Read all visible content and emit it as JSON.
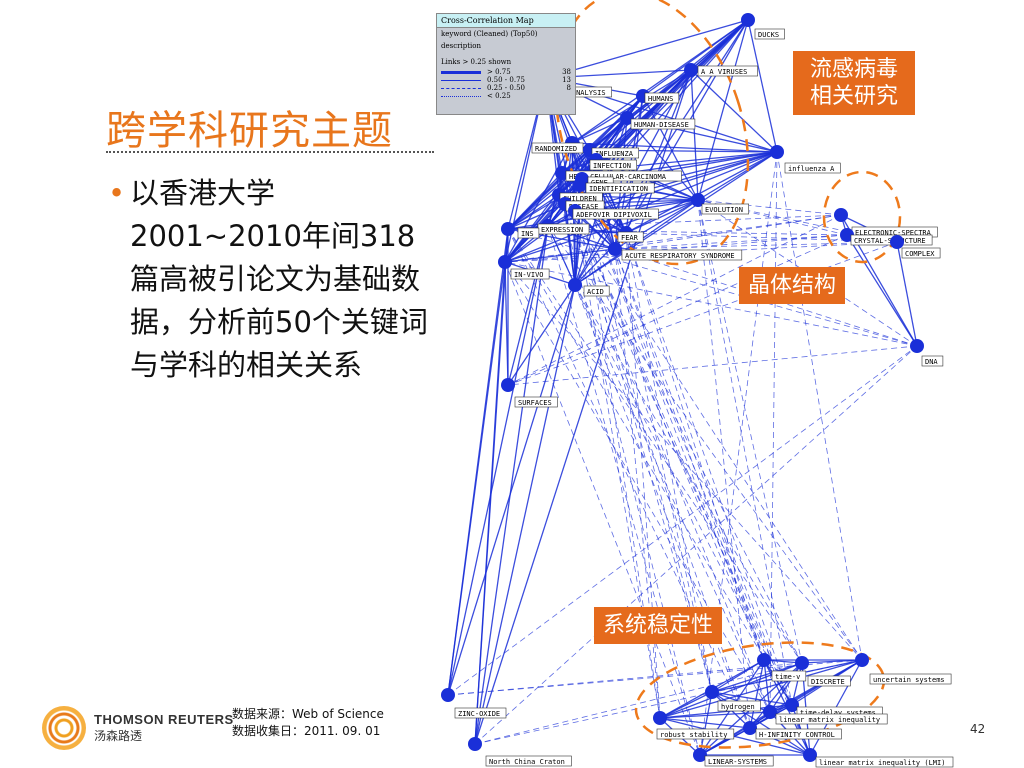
{
  "slide": {
    "title": "跨学科研究主题",
    "bullet": "以香港大学2001~2010年间318篇高被引论文为基础数据，分析前50个关键词与学科的相关关系",
    "page_number": "42"
  },
  "legend": {
    "title": "Cross-Correlation Map",
    "subtitle1": "keyword (Cleaned) (Top50)",
    "subtitle2": "description",
    "links_shown": "Links > 0.25 shown",
    "rows": [
      {
        "label": "> 0.75",
        "count": "38"
      },
      {
        "label": "0.50 - 0.75",
        "count": "13"
      },
      {
        "label": "0.25 - 0.50",
        "count": "8"
      },
      {
        "label": "< 0.25",
        "count": ""
      }
    ]
  },
  "callouts": {
    "flu": "流感病毒相关研究",
    "crystal": "晶体结构",
    "stability": "系统稳定性"
  },
  "footer": {
    "source": "数据来源：Web of Science",
    "date": "数据收集日：2011. 09. 01",
    "logo_en": "THOMSON REUTERS",
    "logo_cn": "汤森路透"
  },
  "nodes": [
    {
      "id": "ducks",
      "label": "DUCKS"
    },
    {
      "id": "a_viruses",
      "label": "A  A VIRUSES"
    },
    {
      "id": "metaanalysis",
      "label": "METAANALYSIS"
    },
    {
      "id": "humans",
      "label": "HUMANS"
    },
    {
      "id": "human_disease",
      "label": "HUMAN-DISEASE"
    },
    {
      "id": "randomized",
      "label": "RANDOMIZED"
    },
    {
      "id": "influenza",
      "label": "INFLUENZA"
    },
    {
      "id": "infection",
      "label": "INFECTION"
    },
    {
      "id": "hepatocellular",
      "label": "HEPA   CELLULAR-CARCINOMA"
    },
    {
      "id": "gene",
      "label": "GENE"
    },
    {
      "id": "identification",
      "label": "IDENTIFICATION"
    },
    {
      "id": "children",
      "label": "CHILDREN"
    },
    {
      "id": "disease",
      "label": "DISEASE"
    },
    {
      "id": "adefovir",
      "label": "ADEFOVIR DIPIVOXIL"
    },
    {
      "id": "expression",
      "label": "EXPRESSION"
    },
    {
      "id": "ins",
      "label": "INS"
    },
    {
      "id": "fear",
      "label": "FEAR"
    },
    {
      "id": "influenza_a",
      "label": "influenza A"
    },
    {
      "id": "evolution",
      "label": "EVOLUTION"
    },
    {
      "id": "acute",
      "label": "ACUTE RESPIRATORY SYNDROME"
    },
    {
      "id": "in_vivo",
      "label": "IN-VIVO"
    },
    {
      "id": "acid",
      "label": "ACID"
    },
    {
      "id": "electronic",
      "label": "ELECTRONIC-SPECTRA"
    },
    {
      "id": "crystal",
      "label": "CRYSTAL-STRUCTURE"
    },
    {
      "id": "complex",
      "label": "COMPLEX"
    },
    {
      "id": "dna",
      "label": "DNA"
    },
    {
      "id": "surfaces",
      "label": "SURFACES"
    },
    {
      "id": "zinc_oxide",
      "label": "ZINC-OXIDE"
    },
    {
      "id": "north_china",
      "label": "North China Craton"
    },
    {
      "id": "time_varying",
      "label": "time-v"
    },
    {
      "id": "discrete",
      "label": "DISCRETE"
    },
    {
      "id": "uncertain",
      "label": "uncertain systems"
    },
    {
      "id": "hydrogen",
      "label": "hydrogen"
    },
    {
      "id": "timedelay",
      "label": "time-delay systems"
    },
    {
      "id": "lmi",
      "label": "linear matrix inequality"
    },
    {
      "id": "robust",
      "label": "robust stability"
    },
    {
      "id": "hinf",
      "label": "H-INFINITY CONTROL"
    },
    {
      "id": "linear_systems",
      "label": "LINEAR-SYSTEMS"
    },
    {
      "id": "lmi2",
      "label": "linear matrix inequality (LMI)"
    }
  ]
}
